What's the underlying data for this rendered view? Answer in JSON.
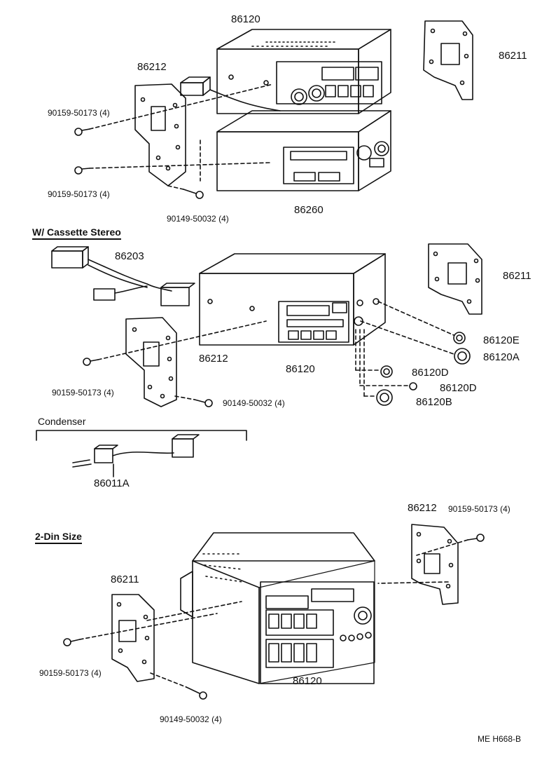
{
  "sections": {
    "cassette_stereo": "W/ Cassette Stereo",
    "condenser": "Condenser",
    "two_din": "2-Din Size"
  },
  "top": {
    "p86120": "86120",
    "p86212": "86212",
    "p86211": "86211",
    "p86260": "86260",
    "screw_a1": "90159-50173 (4)",
    "screw_a2": "90159-50173 (4)",
    "screw_b": "90149-50032 (4)"
  },
  "middle": {
    "p86203": "86203",
    "p86211": "86211",
    "p86212": "86212",
    "p86120": "86120",
    "p86120E": "86120E",
    "p86120A": "86120A",
    "p86120D_1": "86120D",
    "p86120D_2": "86120D",
    "p86120B": "86120B",
    "screw_a": "90159-50173 (4)",
    "screw_b": "90149-50032 (4)",
    "p86011A": "86011A"
  },
  "bottom": {
    "p86212": "86212",
    "screw_a_top": "90159-50173 (4)",
    "p86211": "86211",
    "screw_a": "90159-50173 (4)",
    "p86120": "86120",
    "screw_b": "90149-50032 (4)"
  },
  "footer": {
    "code": "ME  H668-B"
  }
}
